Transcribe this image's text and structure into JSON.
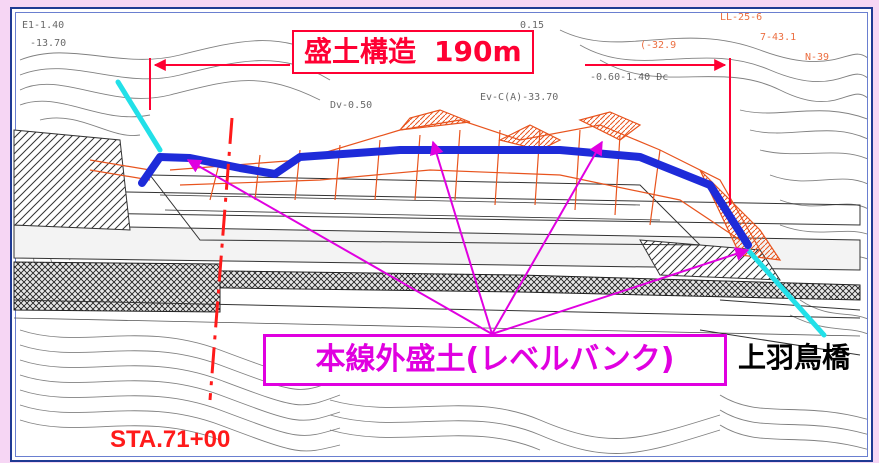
{
  "title": {
    "text": "盛土構造",
    "length": "190m"
  },
  "callout": {
    "text": "本線外盛土(レベルバンク)"
  },
  "bridge_label": "上羽鳥橋",
  "station_label": "STA.71+00",
  "colors": {
    "embankment_line": "#1e2bd9",
    "callout": "#e000e0",
    "title": "#ff0033",
    "extension_line": "#22e0e8",
    "station_line": "#ff1a1a",
    "drawing_orange": "#e8541e",
    "background": "#f6d6f4"
  }
}
